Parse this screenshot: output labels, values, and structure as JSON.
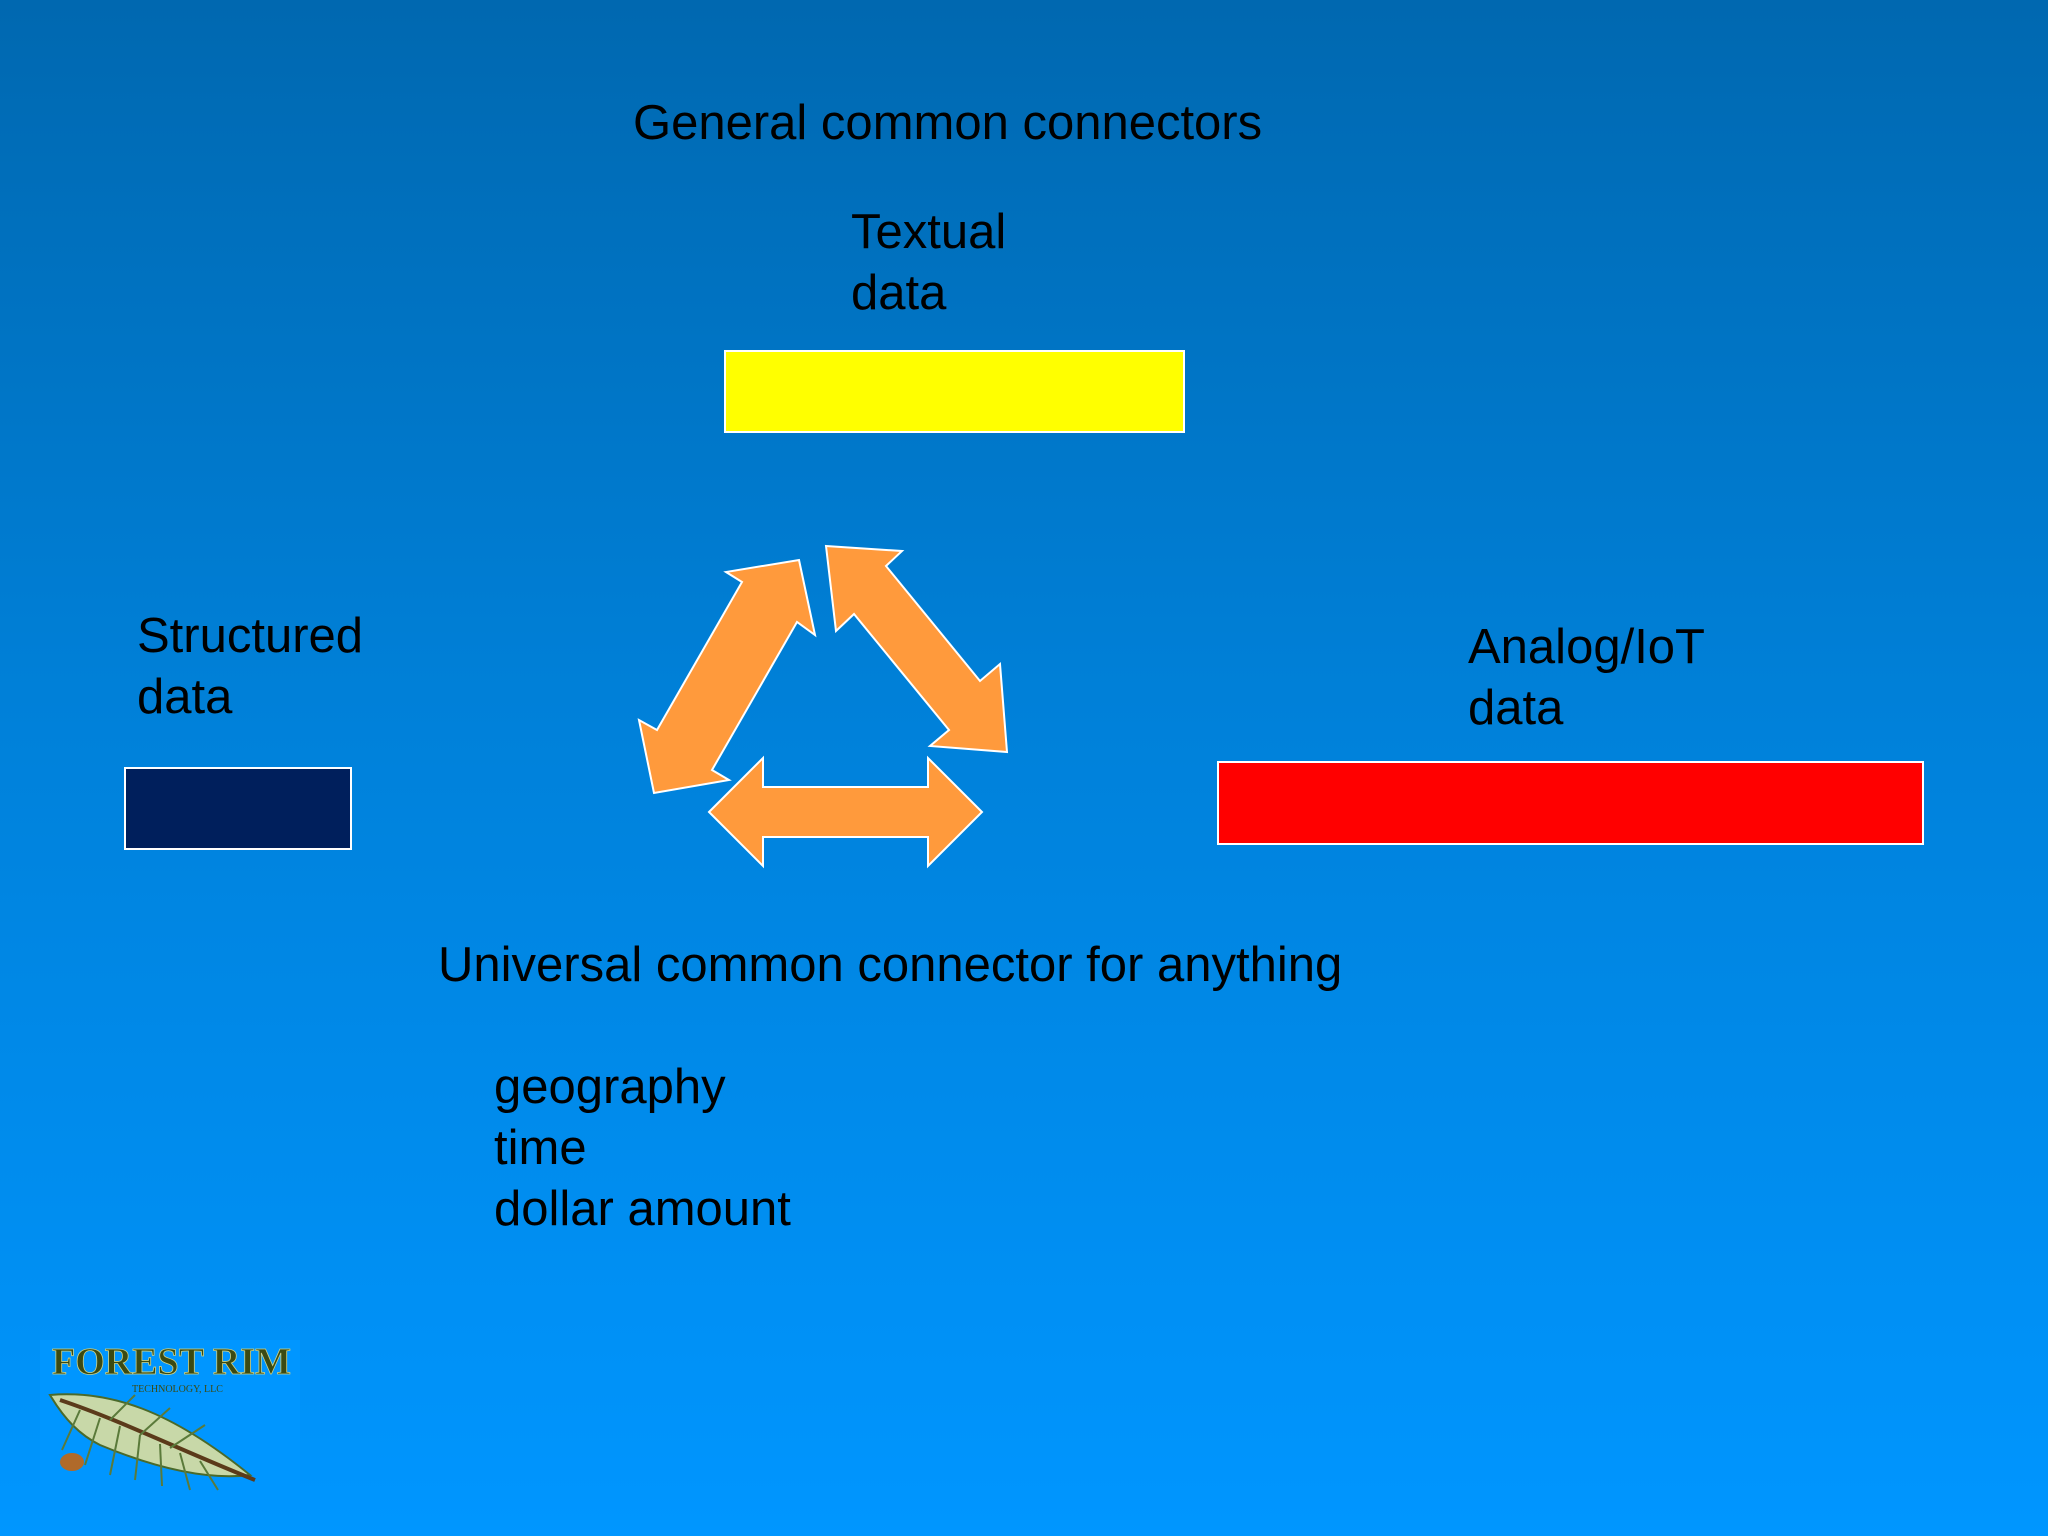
{
  "title": "General common connectors",
  "nodes": {
    "textual": {
      "label_line1": "Textual",
      "label_line2": "data",
      "color": "#ffff00"
    },
    "structured": {
      "label_line1": "Structured",
      "label_line2": "data",
      "color": "#001f5c"
    },
    "analog": {
      "label_line1": "Analog/IoT",
      "label_line2": "data",
      "color": "#ff0000"
    }
  },
  "cycle_arrow_color": "#ff9a3c",
  "universal": {
    "heading": "Universal common connector for anything",
    "items": [
      "geography",
      "time",
      "dollar amount"
    ]
  },
  "logo": {
    "text": "FOREST RIM",
    "subtext": "TECHNOLOGY, LLC"
  }
}
